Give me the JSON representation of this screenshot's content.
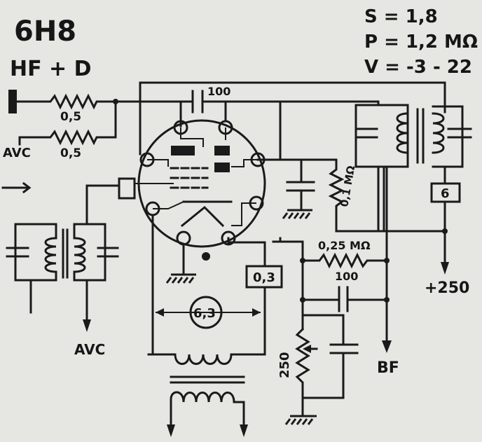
{
  "tube": {
    "type": "6H8",
    "function": "HF + D"
  },
  "specs": {
    "s": "S = 1,8",
    "p": "P = 1,2 MΩ",
    "v": "V = -3 - 22"
  },
  "labels": {
    "r_in1": "0,5",
    "r_in2": "0,5",
    "avc_top": "AVC",
    "avc_bottom": "AVC",
    "cap_plate": "100",
    "r_load": "0,1 MΩ",
    "r_grid": "0,25 MΩ",
    "cap_coupling": "100",
    "pot": "250",
    "bf": "BF",
    "box_6": "6",
    "box_03": "0,3",
    "heater": "6,3",
    "supply": "+250"
  },
  "colors": {
    "ink": "#1a1a1a",
    "paper": "#e6e6e3"
  }
}
